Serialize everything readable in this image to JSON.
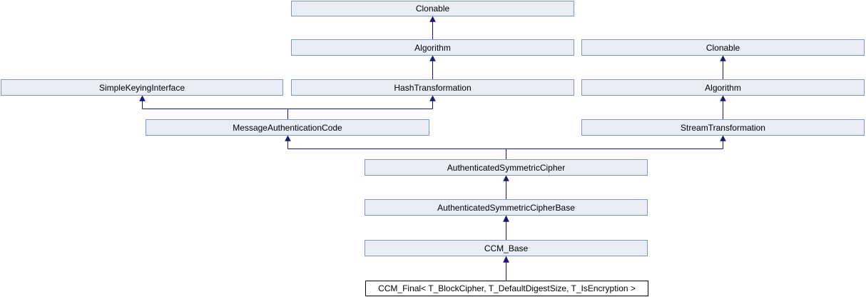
{
  "diagram": {
    "kind": "class-inheritance-graph",
    "nodes": [
      {
        "id": "clonable-top",
        "label": "Clonable"
      },
      {
        "id": "algorithm-left",
        "label": "Algorithm"
      },
      {
        "id": "clonable-right",
        "label": "Clonable"
      },
      {
        "id": "simple-keying-interface",
        "label": "SimpleKeyingInterface"
      },
      {
        "id": "hash-transformation",
        "label": "HashTransformation"
      },
      {
        "id": "algorithm-right",
        "label": "Algorithm"
      },
      {
        "id": "message-authentication-code",
        "label": "MessageAuthenticationCode"
      },
      {
        "id": "stream-transformation",
        "label": "StreamTransformation"
      },
      {
        "id": "authenticated-symmetric-cipher",
        "label": "AuthenticatedSymmetricCipher"
      },
      {
        "id": "authenticated-symmetric-cipher-base",
        "label": "AuthenticatedSymmetricCipherBase"
      },
      {
        "id": "ccm-base",
        "label": "CCM_Base"
      },
      {
        "id": "ccm-final",
        "label": "CCM_Final< T_BlockCipher, T_DefaultDigestSize, T_IsEncryption >",
        "current": true
      }
    ],
    "edges": [
      {
        "from": "algorithm-left",
        "to": "clonable-top"
      },
      {
        "from": "hash-transformation",
        "to": "algorithm-left"
      },
      {
        "from": "algorithm-right",
        "to": "clonable-right"
      },
      {
        "from": "stream-transformation",
        "to": "algorithm-right"
      },
      {
        "from": "message-authentication-code",
        "to": "simple-keying-interface"
      },
      {
        "from": "message-authentication-code",
        "to": "hash-transformation"
      },
      {
        "from": "authenticated-symmetric-cipher",
        "to": "message-authentication-code"
      },
      {
        "from": "authenticated-symmetric-cipher",
        "to": "stream-transformation"
      },
      {
        "from": "authenticated-symmetric-cipher-base",
        "to": "authenticated-symmetric-cipher"
      },
      {
        "from": "ccm-base",
        "to": "authenticated-symmetric-cipher-base"
      },
      {
        "from": "ccm-final",
        "to": "ccm-base"
      }
    ],
    "colors": {
      "edge": "#191970",
      "node_fill": "#e8edf6",
      "node_border": "#7d96c8",
      "current_fill": "#ffffff",
      "current_border": "#000000",
      "text": "#000000",
      "background": "#ffffff"
    }
  }
}
